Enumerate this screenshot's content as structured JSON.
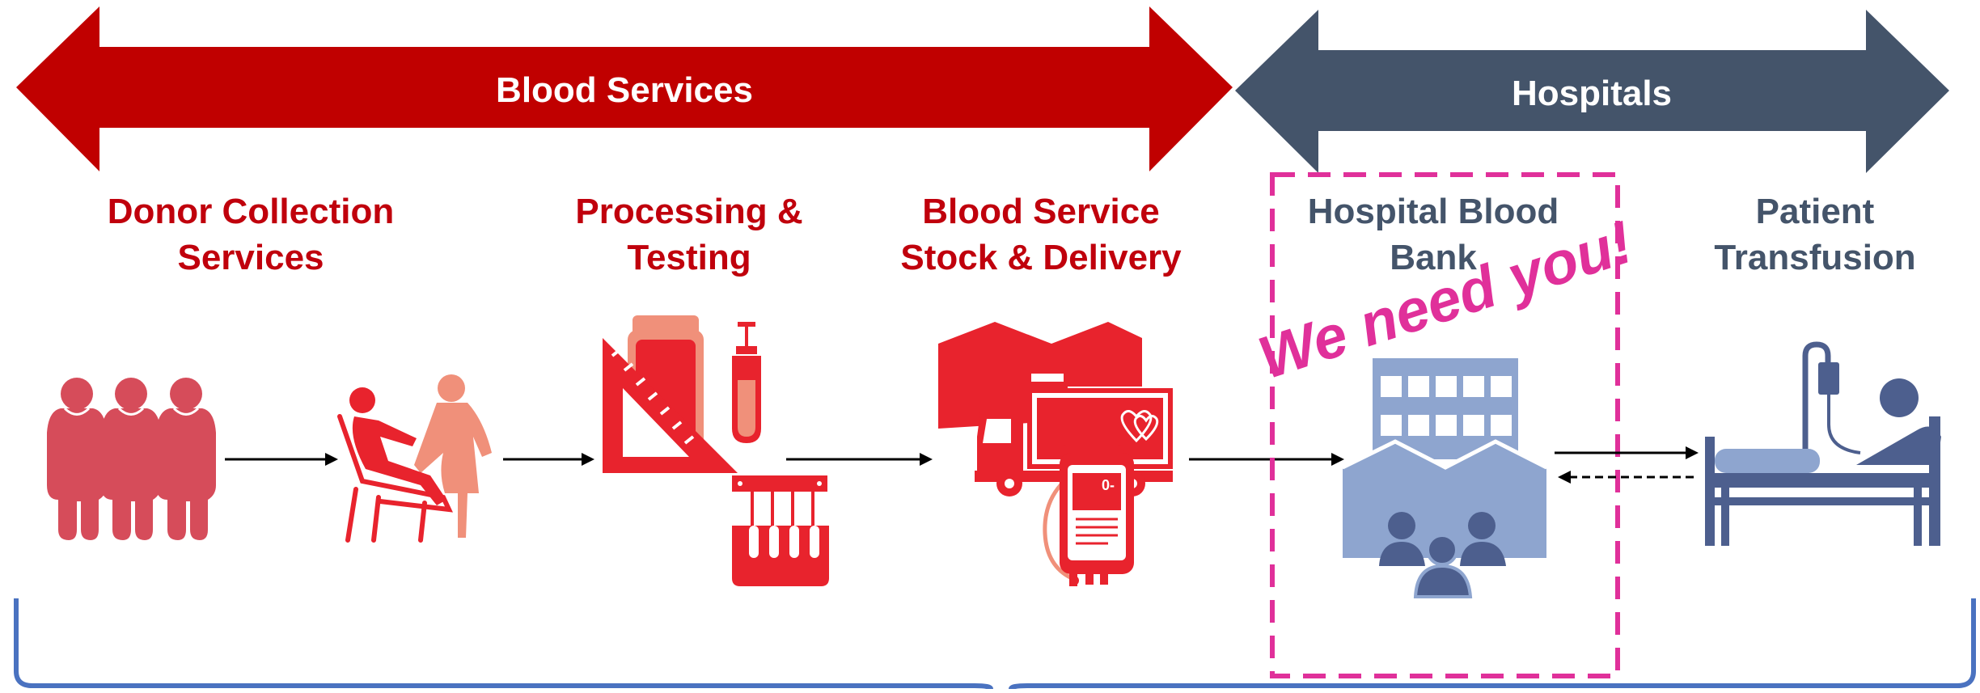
{
  "banners": {
    "blood_services": "Blood Services",
    "hospitals": "Hospitals"
  },
  "stages": {
    "donor": [
      "Donor Collection",
      "Services"
    ],
    "processing": [
      "Processing &",
      "Testing"
    ],
    "stock": [
      "Blood Service",
      "Stock & Delivery"
    ],
    "hospital_bank": [
      "Hospital Blood",
      "Bank"
    ],
    "patient": [
      "Patient",
      "Transfusion"
    ]
  },
  "callout": "We need you!",
  "bag_label": "0-",
  "colors": {
    "blood_red": "#c00000",
    "bright_red": "#e8232d",
    "pink_red": "#d64c5a",
    "salmon": "#f0907a",
    "slate": "#44546a",
    "hospital_blue": "#8ea5cf",
    "navy": "#4d5f8e",
    "magenta": "#e0309a",
    "brace_blue": "#4a72c0"
  }
}
